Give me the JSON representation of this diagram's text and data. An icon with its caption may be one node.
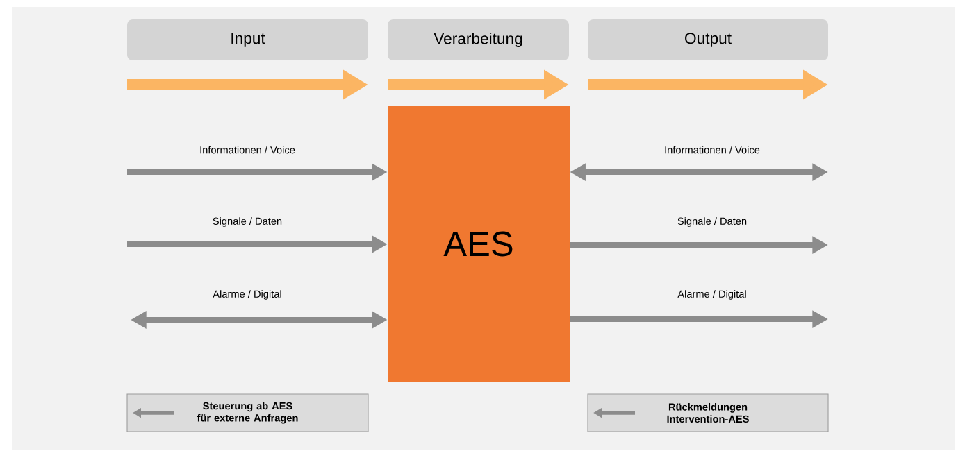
{
  "diagram": {
    "nodes": [
      {
        "text": [
          "Input"
        ]
      },
      {
        "text": [
          "Verarbeitung"
        ]
      },
      {
        "text": [
          "Output"
        ]
      },
      {
        "text": [
          "AES"
        ]
      },
      {
        "text": [
          "Steuerung ab AES für externe Anfragen"
        ]
      },
      {
        "text": [
          "Rückmeldungen Intervention-AES"
        ]
      }
    ],
    "edges": [
      {
        "from": null,
        "to": 3,
        "arrow": "to",
        "label": "Informationen / Voice"
      },
      {
        "from": null,
        "to": 3,
        "arrow": "to",
        "label": "Signale / Daten"
      },
      {
        "from": null,
        "to": 3,
        "arrow": "both",
        "label": "Alarme / Digital"
      },
      {
        "from": 3,
        "to": null,
        "arrow": "both",
        "label": "Informationen / Voice"
      },
      {
        "from": 3,
        "to": null,
        "arrow": "to",
        "label": "Signale / Daten"
      },
      {
        "from": 3,
        "to": null,
        "arrow": "to",
        "label": "Alarme / Digital"
      }
    ]
  }
}
